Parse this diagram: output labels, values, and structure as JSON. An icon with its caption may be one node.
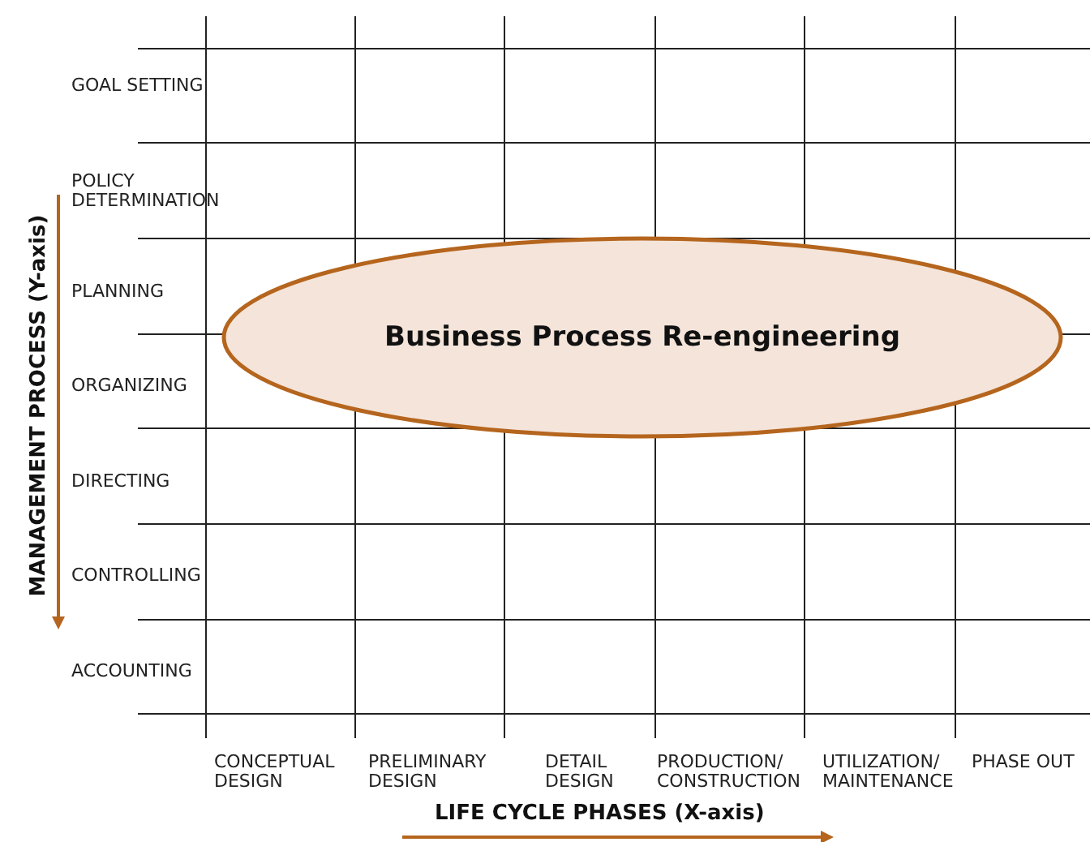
{
  "diagram": {
    "nodes": [
      {
        "text": [
          "Business Process Re-engineering"
        ]
      }
    ],
    "edges": [],
    "labels": [
      "GOAL SETTING",
      "POLICY DETERMINATION",
      "PLANNING",
      "ORGANIZING",
      "DIRECTING",
      "CONTROLLING",
      "ACCOUNTING",
      "MANAGEMENT PROCESS (Y-axis)",
      "CONCEPTUAL DESIGN",
      "PRELIMINARY DESIGN",
      "DETAIL DESIGN",
      "PRODUCTION/ CONSTRUCTION",
      "UTILIZATION/ MAINTENANCE",
      "PHASE OUT",
      "LIFE CYCLE PHASES (X-axis)"
    ]
  }
}
